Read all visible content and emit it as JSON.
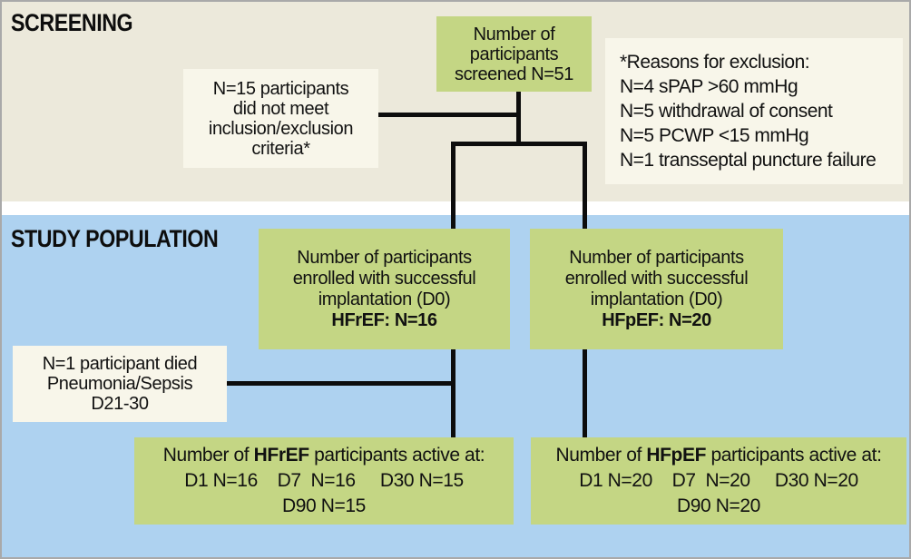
{
  "sections": {
    "screening": {
      "label": "SCREENING"
    },
    "study_population": {
      "label": "STUDY POPULATION"
    }
  },
  "colors": {
    "band_beige": "#ece9db",
    "band_blue": "#aed2f0",
    "box_green": "#c4d684",
    "box_cream": "#f8f6ea",
    "connector_black": "#0d0d0d",
    "border_gray": "#a9a9a9"
  },
  "boxes": {
    "screened": {
      "lines": [
        "Number of",
        "participants",
        "screened N=51"
      ]
    },
    "not_meet": {
      "lines": [
        "N=15 participants",
        "did not meet",
        "inclusion/exclusion",
        "criteria*"
      ]
    },
    "exclusion_reasons": {
      "lines": [
        "*Reasons for exclusion:",
        "N=4 sPAP >60 mmHg",
        "N=5 withdrawal of consent",
        "N=5 PCWP <15 mmHg",
        "N=1 transseptal puncture failure"
      ]
    },
    "enrolled_hfref": {
      "lines": [
        "Number of participants",
        "enrolled with successful",
        "implantation (D0)"
      ],
      "bold_line": "HFrEF: N=16"
    },
    "enrolled_hfpef": {
      "lines": [
        "Number of participants",
        "enrolled with successful",
        "implantation (D0)"
      ],
      "bold_line": "HFpEF: N=20"
    },
    "died": {
      "lines": [
        "N=1 participant died",
        "Pneumonia/Sepsis",
        "D21-30"
      ]
    },
    "active_hfref": {
      "title_prefix": "Number of ",
      "title_bold": "HFrEF",
      "title_suffix": " participants active at:",
      "line2": "D1 N=16    D7  N=16     D30 N=15",
      "line3": "D90 N=15"
    },
    "active_hfpef": {
      "title_prefix": "Number of ",
      "title_bold": "HFpEF",
      "title_suffix": " participants active at:",
      "line2": "D1 N=20    D7  N=20     D30 N=20",
      "line3": "D90 N=20"
    }
  }
}
